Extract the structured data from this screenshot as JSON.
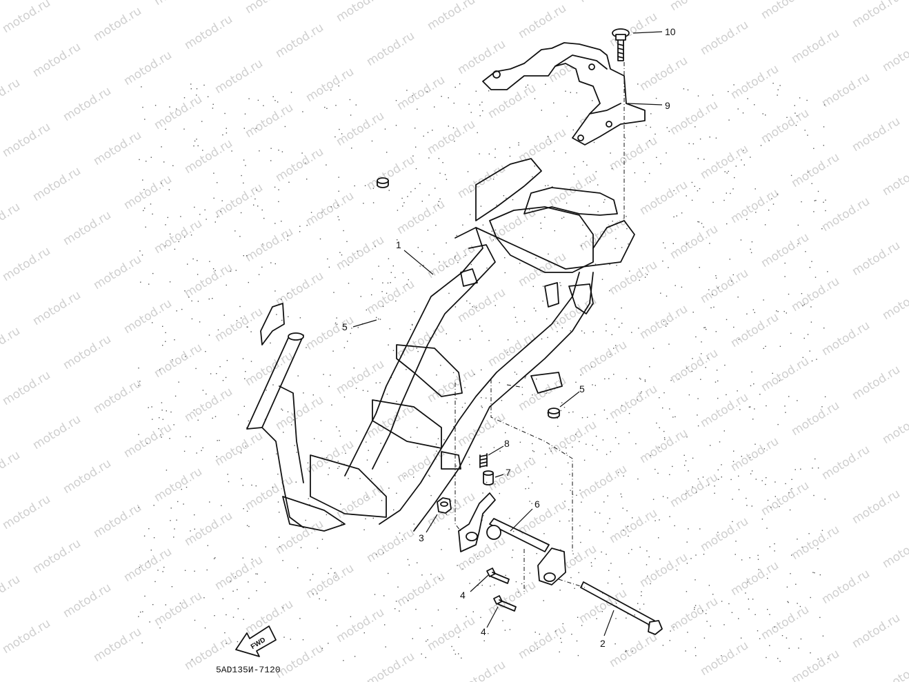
{
  "watermark": {
    "text": "motod.ru"
  },
  "diagram": {
    "code": "5AD135И-7120",
    "fwd_label": "FWD",
    "callouts": [
      {
        "id": "c1",
        "label": "1"
      },
      {
        "id": "c2",
        "label": "2"
      },
      {
        "id": "c3",
        "label": "3"
      },
      {
        "id": "c4a",
        "label": "4"
      },
      {
        "id": "c4b",
        "label": "4"
      },
      {
        "id": "c5a",
        "label": "5"
      },
      {
        "id": "c5b",
        "label": "5"
      },
      {
        "id": "c6",
        "label": "6"
      },
      {
        "id": "c7",
        "label": "7"
      },
      {
        "id": "c8",
        "label": "8"
      },
      {
        "id": "c9",
        "label": "9"
      },
      {
        "id": "c10",
        "label": "10"
      }
    ]
  }
}
